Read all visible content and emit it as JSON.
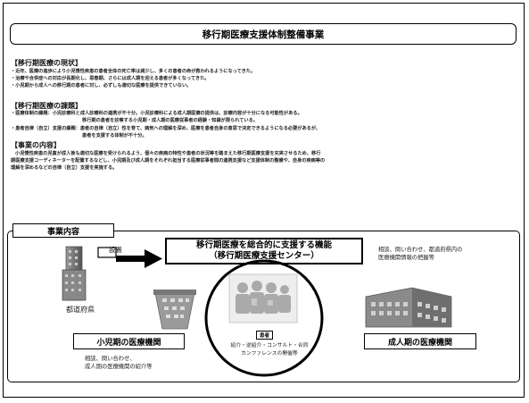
{
  "title": "移行期医療支援体制整備事業",
  "status": {
    "heading": "【移行期医療の現状】",
    "lines": [
      "・近年、医療の進歩により小児慢性疾患の患者全体の死亡率は減少し、多くの患者の命が救われるようになってきた。",
      "・治療や合併症への対応が長期化し、思春期、さらには成人期を迎える患者が多くなってきた。",
      "・小児期から成人への移行期の患者に対し、必ずしも適切な医療を提供できていない。"
    ]
  },
  "issues": {
    "heading": "【移行期医療の課題】",
    "line1": "・医療体制の課題：小児診療科と成人診療科の連携が不十分。小児診療科による成人期医療の提供は、診療内容が十分になる可能性がある。",
    "line2": "移行期の患者を診察する小児期・成人期の医療従事者の経験・知識が限られている。",
    "line3": "・患者自律（自立）支援の課題：患者の自律（自立）性を育て、病気への理解を深め、医療を患者自身の意思で決定できるようになる必要があるが、",
    "line4": "患者を支援する体制が不十分。"
  },
  "content": {
    "heading": "【事業の内容】",
    "lines": [
      "小児慢性疾患の児童が成人後も適切な医療を受けられるよう、個々の疾病の特性や患者の状況等を踏まえた移行期医療支援を充実させるため、移行",
      "期医療支援コーディネーターを配置するなどし、小児期及び成人期をそれぞれ担当する医療従事者間の連携支援など支援体制の整備や、自身の疾病等の",
      "理解を深めるなどの自律（自立）支援を実施する。"
    ]
  },
  "diagram": {
    "tab": "事業内容",
    "setup": "設置",
    "center_title1": "移行期医療を総合的に支援する機能",
    "center_title2": "（移行期医療支援センター）",
    "center_note1": "相談、問い合わせ、都道府県内の",
    "center_note2": "医療機関情報の把握等",
    "prefecture": "都道府県",
    "patient": "患者",
    "circle_text1": "紹介・逆紹介・コンサルト・合同",
    "circle_text2": "カンファレンスの開催等",
    "pediatric": "小児期の医療機関",
    "pediatric_note1": "相談、問い合わせ、",
    "pediatric_note2": "成人期の医療機関の紹介等",
    "adult": "成人期の医療機関"
  }
}
